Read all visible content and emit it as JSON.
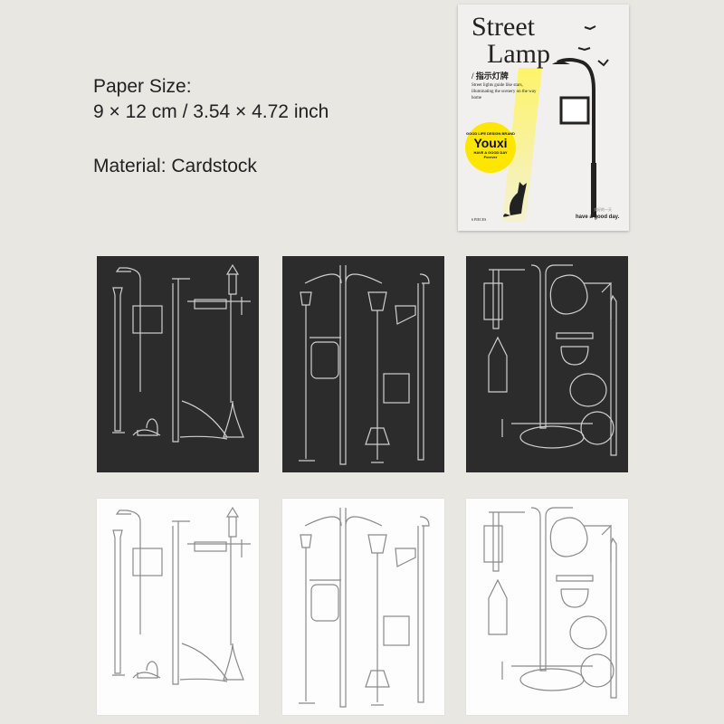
{
  "specs": {
    "size_label": "Paper Size:",
    "size_value": "9 × 12 cm / 3.54 × 4.72 inch",
    "material": "Material:  Cardstock"
  },
  "package": {
    "title_line1": "Street",
    "title_line2": "Lamp",
    "subtitle": "/ 指示灯牌",
    "description": "Street lights guide like stars, illuminating the scenery on the way home",
    "badge_top": "GOOD LIFE DESIGN BRAND",
    "badge_brand": "Youxi",
    "badge_bottom": "HAVE A GOOD DAY",
    "badge_forever": "Forever",
    "pieces": "6 PIECES",
    "footer_cn": "美好的一天",
    "footer": "have a good day.",
    "glow_color": "#fff45a"
  },
  "cards": [
    {
      "style": "dark",
      "design": "set-1"
    },
    {
      "style": "dark",
      "design": "set-2"
    },
    {
      "style": "dark",
      "design": "set-3"
    },
    {
      "style": "white",
      "design": "set-1"
    },
    {
      "style": "white",
      "design": "set-2"
    },
    {
      "style": "white",
      "design": "set-3"
    }
  ]
}
